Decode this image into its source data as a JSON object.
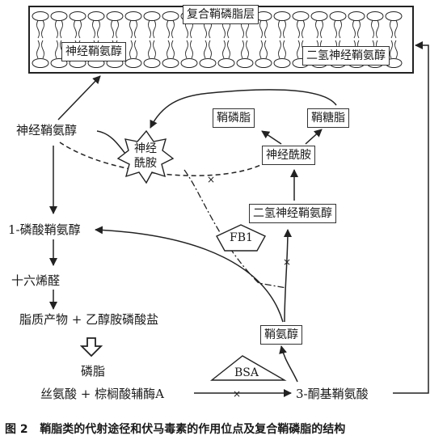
{
  "membrane": {
    "title": "复合鞘磷脂层",
    "left_label": "神经鞘氨醇",
    "right_label": "二氢神经鞘氨醇"
  },
  "nodes": {
    "sphingosine": "神经鞘氨醇",
    "s1p": "1-磷酸鞘氨醇",
    "hexadecenal": "十六烯醛",
    "lipid_products": "脂质产物 + 乙醇胺磷酸盐",
    "phospholipid": "磷脂",
    "substrates": "丝氨酸 + 棕榈酸辅酶A",
    "ceramide_star_line1": "神经",
    "ceramide_star_line2": "酰胺",
    "sphingomyelin": "鞘磷脂",
    "glycosphingolipid": "鞘糖脂",
    "ceramide_box": "神经酰胺",
    "dihydroceramide": "二氢神经鞘氨醇",
    "fb1": "FB1",
    "sphinganine": "鞘氨醇",
    "bsa": "BSA",
    "ketosphinganine": "3-酮基鞘氨酸"
  },
  "caption": {
    "prefix": "图 2",
    "text": "鞘脂类的代射途径和伏马毒素的作用位点及复合鞘磷脂的结构"
  }
}
